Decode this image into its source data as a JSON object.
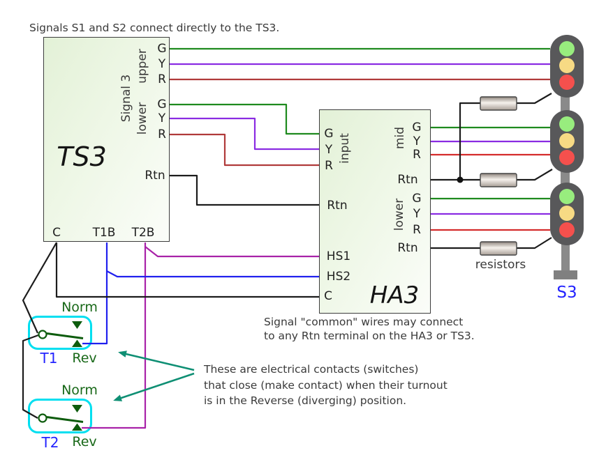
{
  "title": "Signals S1 and S2 connect directly to the TS3.",
  "ts3": {
    "name": "TS3",
    "signal_group_label": "Signal 3",
    "upper_label": "upper",
    "lower_label": "lower",
    "upper_terminals": [
      "G",
      "Y",
      "R"
    ],
    "lower_terminals": [
      "G",
      "Y",
      "R"
    ],
    "rtn_terminal": "Rtn",
    "bottom_terminals": [
      "C",
      "T1B",
      "T2B"
    ]
  },
  "ha3": {
    "name": "HA3",
    "input_label": "input",
    "input_terminals": [
      "G",
      "Y",
      "R"
    ],
    "rtn_terminal": "Rtn",
    "hs1_terminal": "HS1",
    "hs2_terminal": "HS2",
    "c_terminal": "C",
    "mid_label": "mid",
    "lower_label": "lower",
    "mid_terminals": [
      "G",
      "Y",
      "R",
      "Rtn"
    ],
    "lower_terminals": [
      "G",
      "Y",
      "R",
      "Rtn"
    ]
  },
  "signal_mast": {
    "label": "S3"
  },
  "resistors_label": "resistors",
  "turnouts": [
    {
      "id": "T1",
      "norm_label": "Norm",
      "rev_label": "Rev"
    },
    {
      "id": "T2",
      "norm_label": "Norm",
      "rev_label": "Rev"
    }
  ],
  "notes": {
    "common_line1": "Signal \"common\" wires may connect",
    "common_line2": "to any Rtn terminal on the HA3 or TS3.",
    "contacts_line1": "These are electrical contacts (switches)",
    "contacts_line2": "that close (make contact) when their turnout",
    "contacts_line3": "is in the Reverse (diverging) position."
  },
  "colors": {
    "green_wire": "#1e8a1e",
    "purple_wire": "#8a2be2",
    "dark_red_wire": "#b03a3a",
    "red_wire": "#d42c2c",
    "blue_wire": "#2020ee",
    "magenta_wire": "#a822a8",
    "black_wire": "#1c1c1c",
    "cyan_box": "#00dff0",
    "teal_arrow": "#0f8f74",
    "switch_green": "#0d5c0d",
    "label_green": "#186818",
    "label_blue": "#2323ff",
    "signal_head": "#58585a",
    "light_green": "#98ed7e",
    "light_yellow": "#f7da84",
    "light_red": "#f5504d",
    "text": "#3a3a3a"
  }
}
